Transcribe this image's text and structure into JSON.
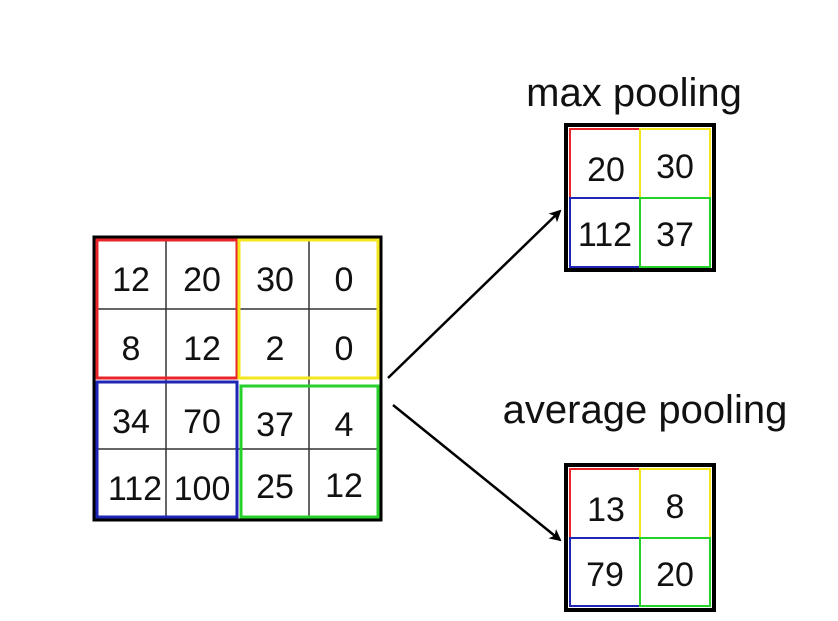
{
  "input_grid": {
    "values": [
      [
        "12",
        "20",
        "30",
        "0"
      ],
      [
        "8",
        "12",
        "2",
        "0"
      ],
      [
        "34",
        "70",
        "37",
        "4"
      ],
      [
        "112",
        "100",
        "25",
        "12"
      ]
    ]
  },
  "max_pooling": {
    "title": "max pooling",
    "values": [
      [
        "20",
        "30"
      ],
      [
        "112",
        "37"
      ]
    ]
  },
  "average_pooling": {
    "title": "average pooling",
    "values": [
      [
        "13",
        "8"
      ],
      [
        "79",
        "20"
      ]
    ]
  },
  "colors": {
    "red": "#e8262a",
    "yellow": "#f4e61c",
    "blue": "#1f25b5",
    "green": "#25d12a",
    "black": "#000000",
    "grid": "#333333"
  }
}
